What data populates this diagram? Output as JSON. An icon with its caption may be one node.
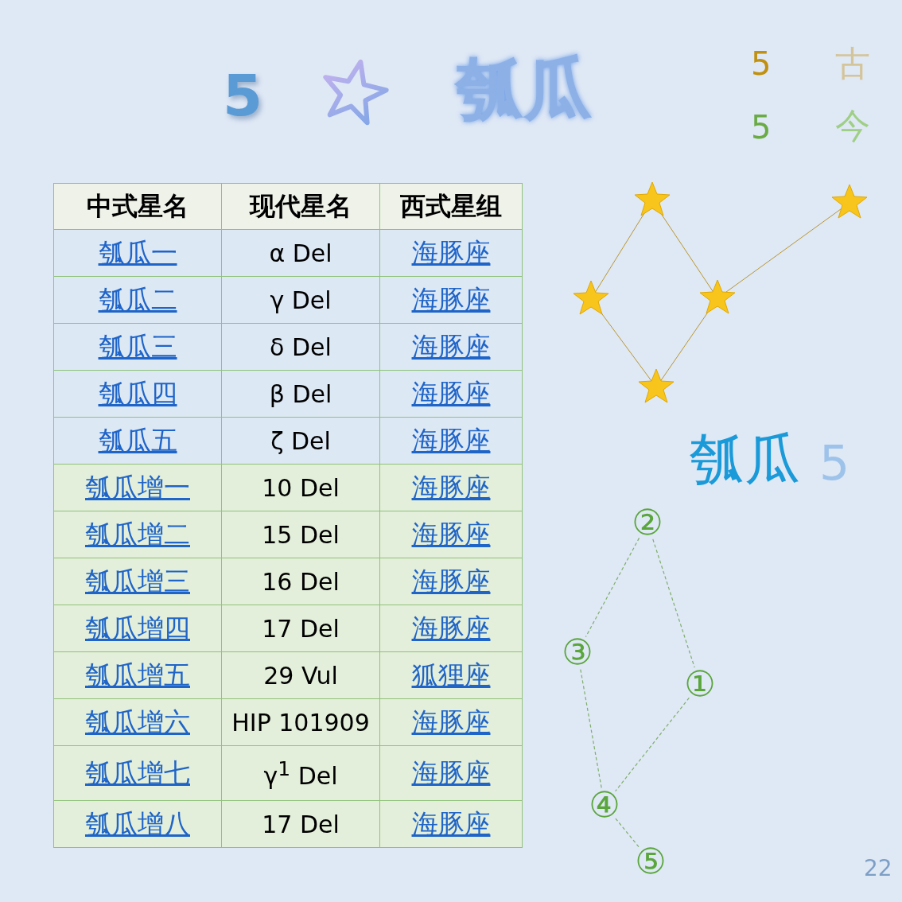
{
  "diagram": {
    "title": "瓠瓜",
    "nodes": [
      {
        "text": [],
        "shape": "star"
      },
      {
        "text": [],
        "shape": "star"
      },
      {
        "text": [],
        "shape": "star"
      },
      {
        "text": [],
        "shape": "star"
      },
      {
        "text": [],
        "shape": "star"
      },
      {
        "text": [
          "②"
        ]
      },
      {
        "text": [
          "③"
        ]
      },
      {
        "text": [
          "①"
        ]
      },
      {
        "text": [
          "④"
        ]
      },
      {
        "text": [
          "⑤"
        ]
      }
    ],
    "edges": [
      {
        "from": 0,
        "to": 2,
        "arrow": "none",
        "color": "#b8962e"
      },
      {
        "from": 0,
        "to": 3,
        "arrow": "none",
        "color": "#b8962e"
      },
      {
        "from": 3,
        "to": 1,
        "arrow": "none",
        "color": "#b8962e"
      },
      {
        "from": 2,
        "to": 4,
        "arrow": "none",
        "color": "#b8962e"
      },
      {
        "from": 4,
        "to": 3,
        "arrow": "none",
        "color": "#b8962e"
      },
      {
        "from": 5,
        "to": 6,
        "arrow": "none",
        "style": "dashed",
        "color": "#7fae6a"
      },
      {
        "from": 5,
        "to": 7,
        "arrow": "none",
        "style": "dashed",
        "color": "#7fae6a"
      },
      {
        "from": 6,
        "to": 8,
        "arrow": "none",
        "style": "dashed",
        "color": "#7fae6a"
      },
      {
        "from": 7,
        "to": 8,
        "arrow": "none",
        "style": "dashed",
        "color": "#7fae6a"
      },
      {
        "from": 8,
        "to": 9,
        "arrow": "none",
        "style": "dashed",
        "color": "#7fae6a"
      }
    ],
    "labels": [
      "5",
      "5",
      "古",
      "5",
      "今",
      "中式星名",
      "现代星名",
      "西式星组",
      "瓠瓜一",
      "α Del",
      "海豚座",
      "瓠瓜二",
      "γ Del",
      "海豚座",
      "瓠瓜三",
      "δ Del",
      "海豚座",
      "瓠瓜四",
      "β Del",
      "海豚座",
      "瓠瓜五",
      "ζ Del",
      "海豚座",
      "瓠瓜增一",
      "10 Del",
      "海豚座",
      "瓠瓜增二",
      "15 Del",
      "海豚座",
      "瓠瓜增三",
      "16 Del",
      "海豚座",
      "瓠瓜增四",
      "17 Del",
      "海豚座",
      "瓠瓜增五",
      "29 Vul",
      "狐狸座",
      "瓠瓜增六",
      "HIP 101909",
      "海豚座",
      "瓠瓜增七",
      "γ$^{1}$ Del",
      "海豚座",
      "瓠瓜增八",
      "17 Del",
      "海豚座",
      "瓠瓜",
      "5",
      "22"
    ]
  }
}
